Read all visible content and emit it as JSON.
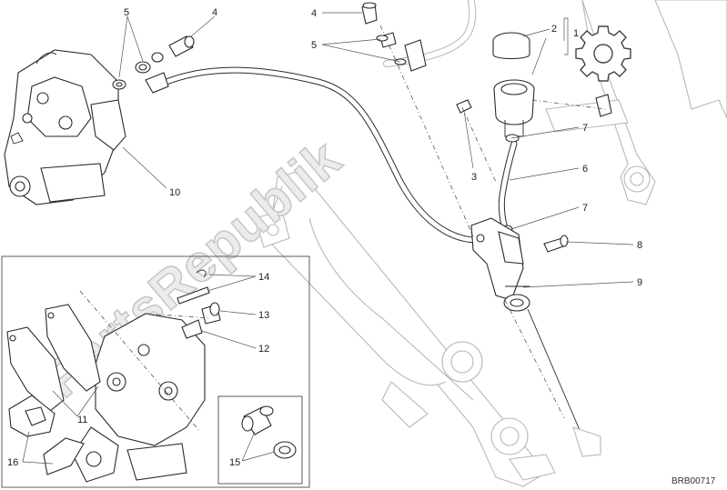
{
  "diagram": {
    "watermark": "PartsRepublik",
    "drawing_code": "BRB00717",
    "callouts": [
      {
        "id": "c1",
        "label": "1"
      },
      {
        "id": "c2",
        "label": "2"
      },
      {
        "id": "c3",
        "label": "3"
      },
      {
        "id": "c4a",
        "label": "4"
      },
      {
        "id": "c4b",
        "label": "4"
      },
      {
        "id": "c5a",
        "label": "5"
      },
      {
        "id": "c5b",
        "label": "5"
      },
      {
        "id": "c6",
        "label": "6"
      },
      {
        "id": "c7a",
        "label": "7"
      },
      {
        "id": "c7b",
        "label": "7"
      },
      {
        "id": "c8",
        "label": "8"
      },
      {
        "id": "c9",
        "label": "9"
      },
      {
        "id": "c10",
        "label": "10"
      },
      {
        "id": "c11",
        "label": "11"
      },
      {
        "id": "c12",
        "label": "12"
      },
      {
        "id": "c13",
        "label": "13"
      },
      {
        "id": "c14",
        "label": "14"
      },
      {
        "id": "c15",
        "label": "15"
      },
      {
        "id": "c16",
        "label": "16"
      }
    ],
    "icons": {
      "gear": "gear-icon"
    }
  }
}
